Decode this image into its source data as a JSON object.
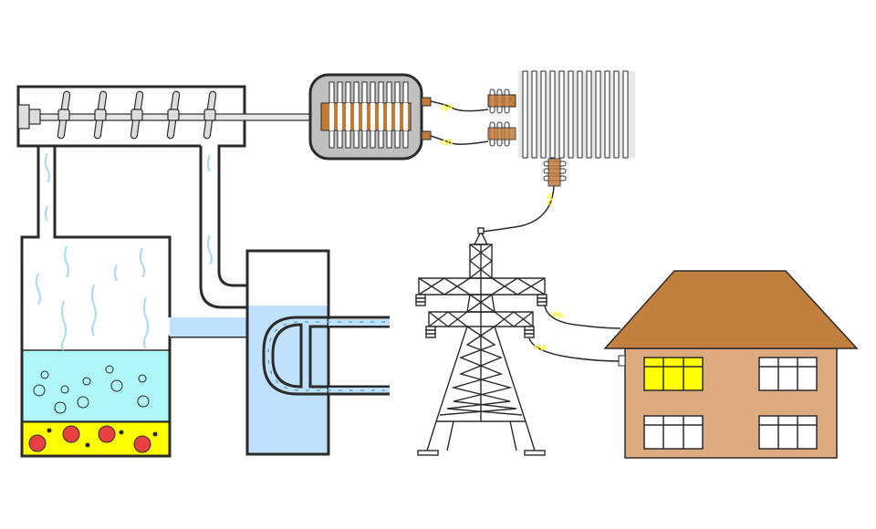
{
  "diagram": {
    "components": [
      {
        "id": "boiler",
        "icon": "boiler-icon"
      },
      {
        "id": "turbine",
        "icon": "turbine-icon"
      },
      {
        "id": "generator",
        "icon": "generator-icon"
      },
      {
        "id": "transformer",
        "icon": "transformer-icon"
      },
      {
        "id": "condenser",
        "icon": "condenser-icon"
      },
      {
        "id": "transmission-tower",
        "icon": "pylon-icon"
      },
      {
        "id": "house",
        "icon": "house-icon"
      }
    ],
    "colors": {
      "outline": "#2b2b2b",
      "water": "#aef6f7",
      "cooling_water": "#bfe1fb",
      "heat": "#ffff00",
      "flame": "#e84040",
      "coil": "#c07a3a",
      "roof": "#c2803e",
      "wall": "#deaa80",
      "lit_window": "#ffff00",
      "spark": "#ffff00",
      "steam": "#a9d8f5",
      "generator_body": "#c0c0c0"
    }
  }
}
